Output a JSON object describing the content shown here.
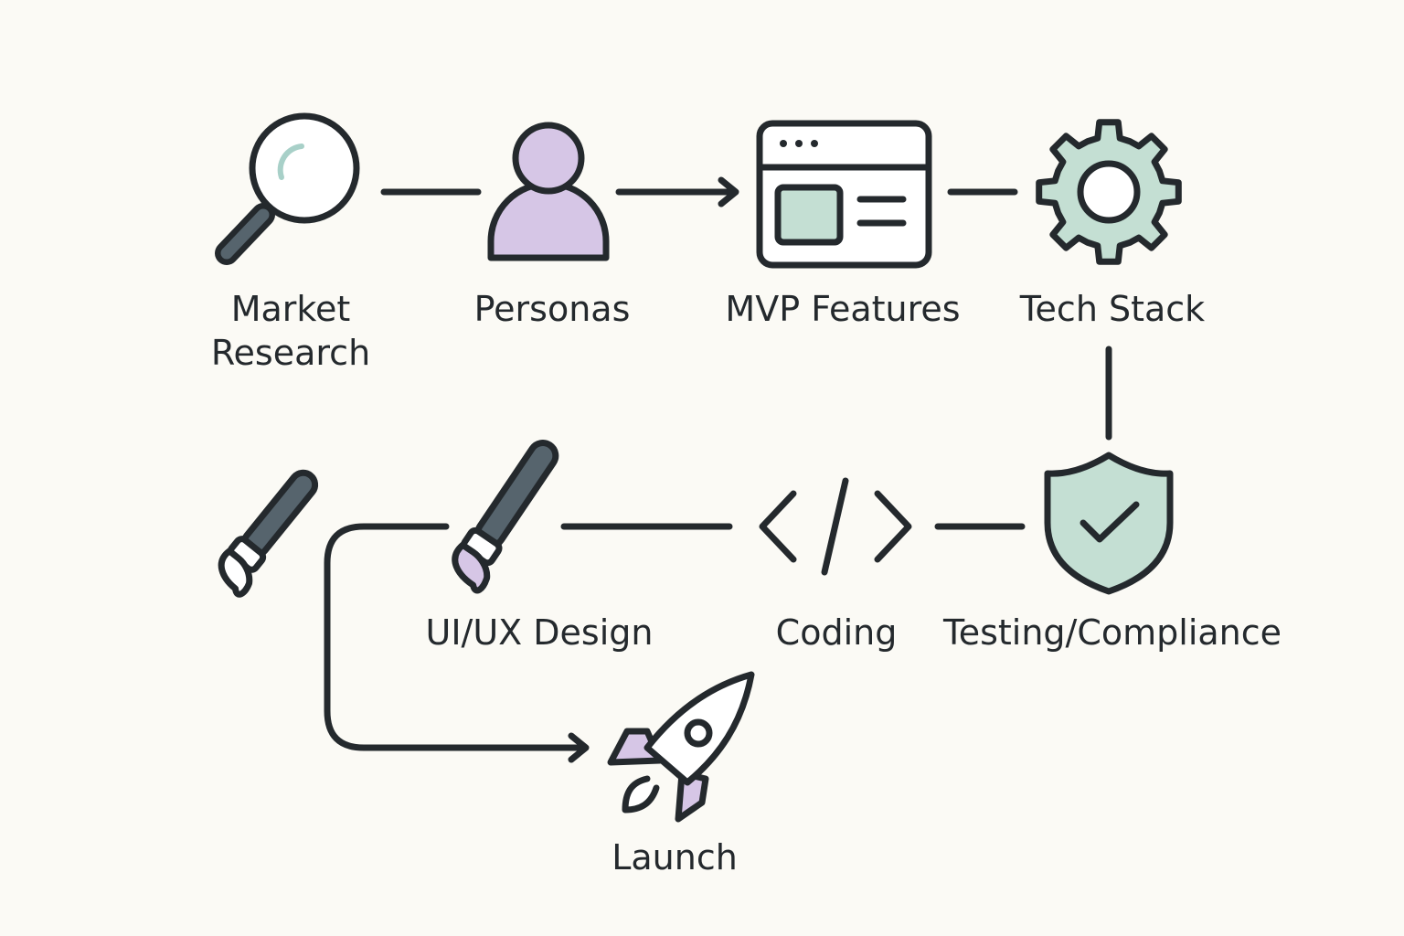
{
  "colors": {
    "stroke": "#24292d",
    "mint": "#c4dfd3",
    "lavender": "#d6c6e6",
    "slate": "#56646d",
    "highlight": "#a8d0c8",
    "background": "#fbfaf5"
  },
  "steps": [
    {
      "id": "market_research",
      "icon": "magnifier-icon",
      "label_lines": [
        "Market",
        "Research"
      ]
    },
    {
      "id": "personas",
      "icon": "person-icon",
      "label_lines": [
        "Personas"
      ]
    },
    {
      "id": "mvp_features",
      "icon": "browser-window-icon",
      "label_lines": [
        "MVP Features"
      ]
    },
    {
      "id": "tech_stack",
      "icon": "gear-icon",
      "label_lines": [
        "Tech Stack"
      ]
    },
    {
      "id": "testing_compliance",
      "icon": "shield-check-icon",
      "label_lines": [
        "Testing/Compliance"
      ]
    },
    {
      "id": "coding",
      "icon": "code-brackets-icon",
      "label_lines": [
        "Coding"
      ]
    },
    {
      "id": "ui_ux_design",
      "icon": "paintbrush-icon",
      "label_lines": [
        "UI/UX Design"
      ]
    },
    {
      "id": "launch",
      "icon": "rocket-icon",
      "label_lines": [
        "Launch"
      ]
    }
  ],
  "extra_icons": [
    "paintbrush-icon"
  ],
  "connections": [
    {
      "from": "market_research",
      "to": "personas",
      "arrow": false
    },
    {
      "from": "personas",
      "to": "mvp_features",
      "arrow": true
    },
    {
      "from": "mvp_features",
      "to": "tech_stack",
      "arrow": false
    },
    {
      "from": "tech_stack",
      "to": "testing_compliance",
      "arrow": false
    },
    {
      "from": "testing_compliance",
      "to": "coding",
      "arrow": false
    },
    {
      "from": "coding",
      "to": "ui_ux_design",
      "arrow": false
    },
    {
      "from": "ui_ux_design",
      "to": "launch",
      "arrow": true
    }
  ]
}
